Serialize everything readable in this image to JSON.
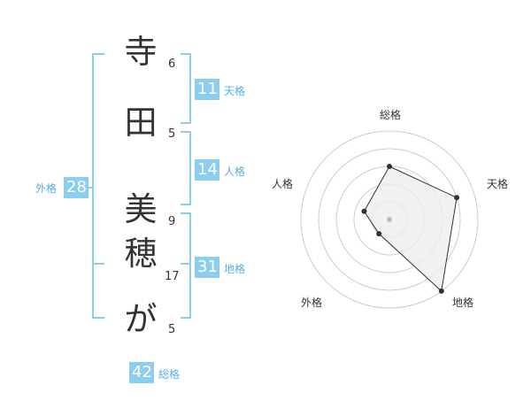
{
  "name": {
    "chars": [
      {
        "char": "寺",
        "strokes": "6"
      },
      {
        "char": "田",
        "strokes": "5"
      },
      {
        "char": "美",
        "strokes": "9"
      },
      {
        "char": "穂",
        "strokes": "17"
      },
      {
        "char": "が",
        "strokes": "5"
      }
    ]
  },
  "kaku": {
    "ten": {
      "label": "天格",
      "value": "11"
    },
    "jin": {
      "label": "人格",
      "value": "14"
    },
    "chi": {
      "label": "地格",
      "value": "31"
    },
    "gai": {
      "label": "外格",
      "value": "28"
    },
    "sou": {
      "label": "総格",
      "value": "42"
    }
  },
  "radar": {
    "axes": [
      "総格",
      "天格",
      "地格",
      "外格",
      "人格"
    ],
    "max": 5,
    "values": [
      3,
      4,
      5,
      1,
      1.5
    ],
    "colors": {
      "fill": "#eeeeee",
      "line": "#333333",
      "ring": "#cccccc",
      "accent": "#8ccdf0"
    }
  }
}
